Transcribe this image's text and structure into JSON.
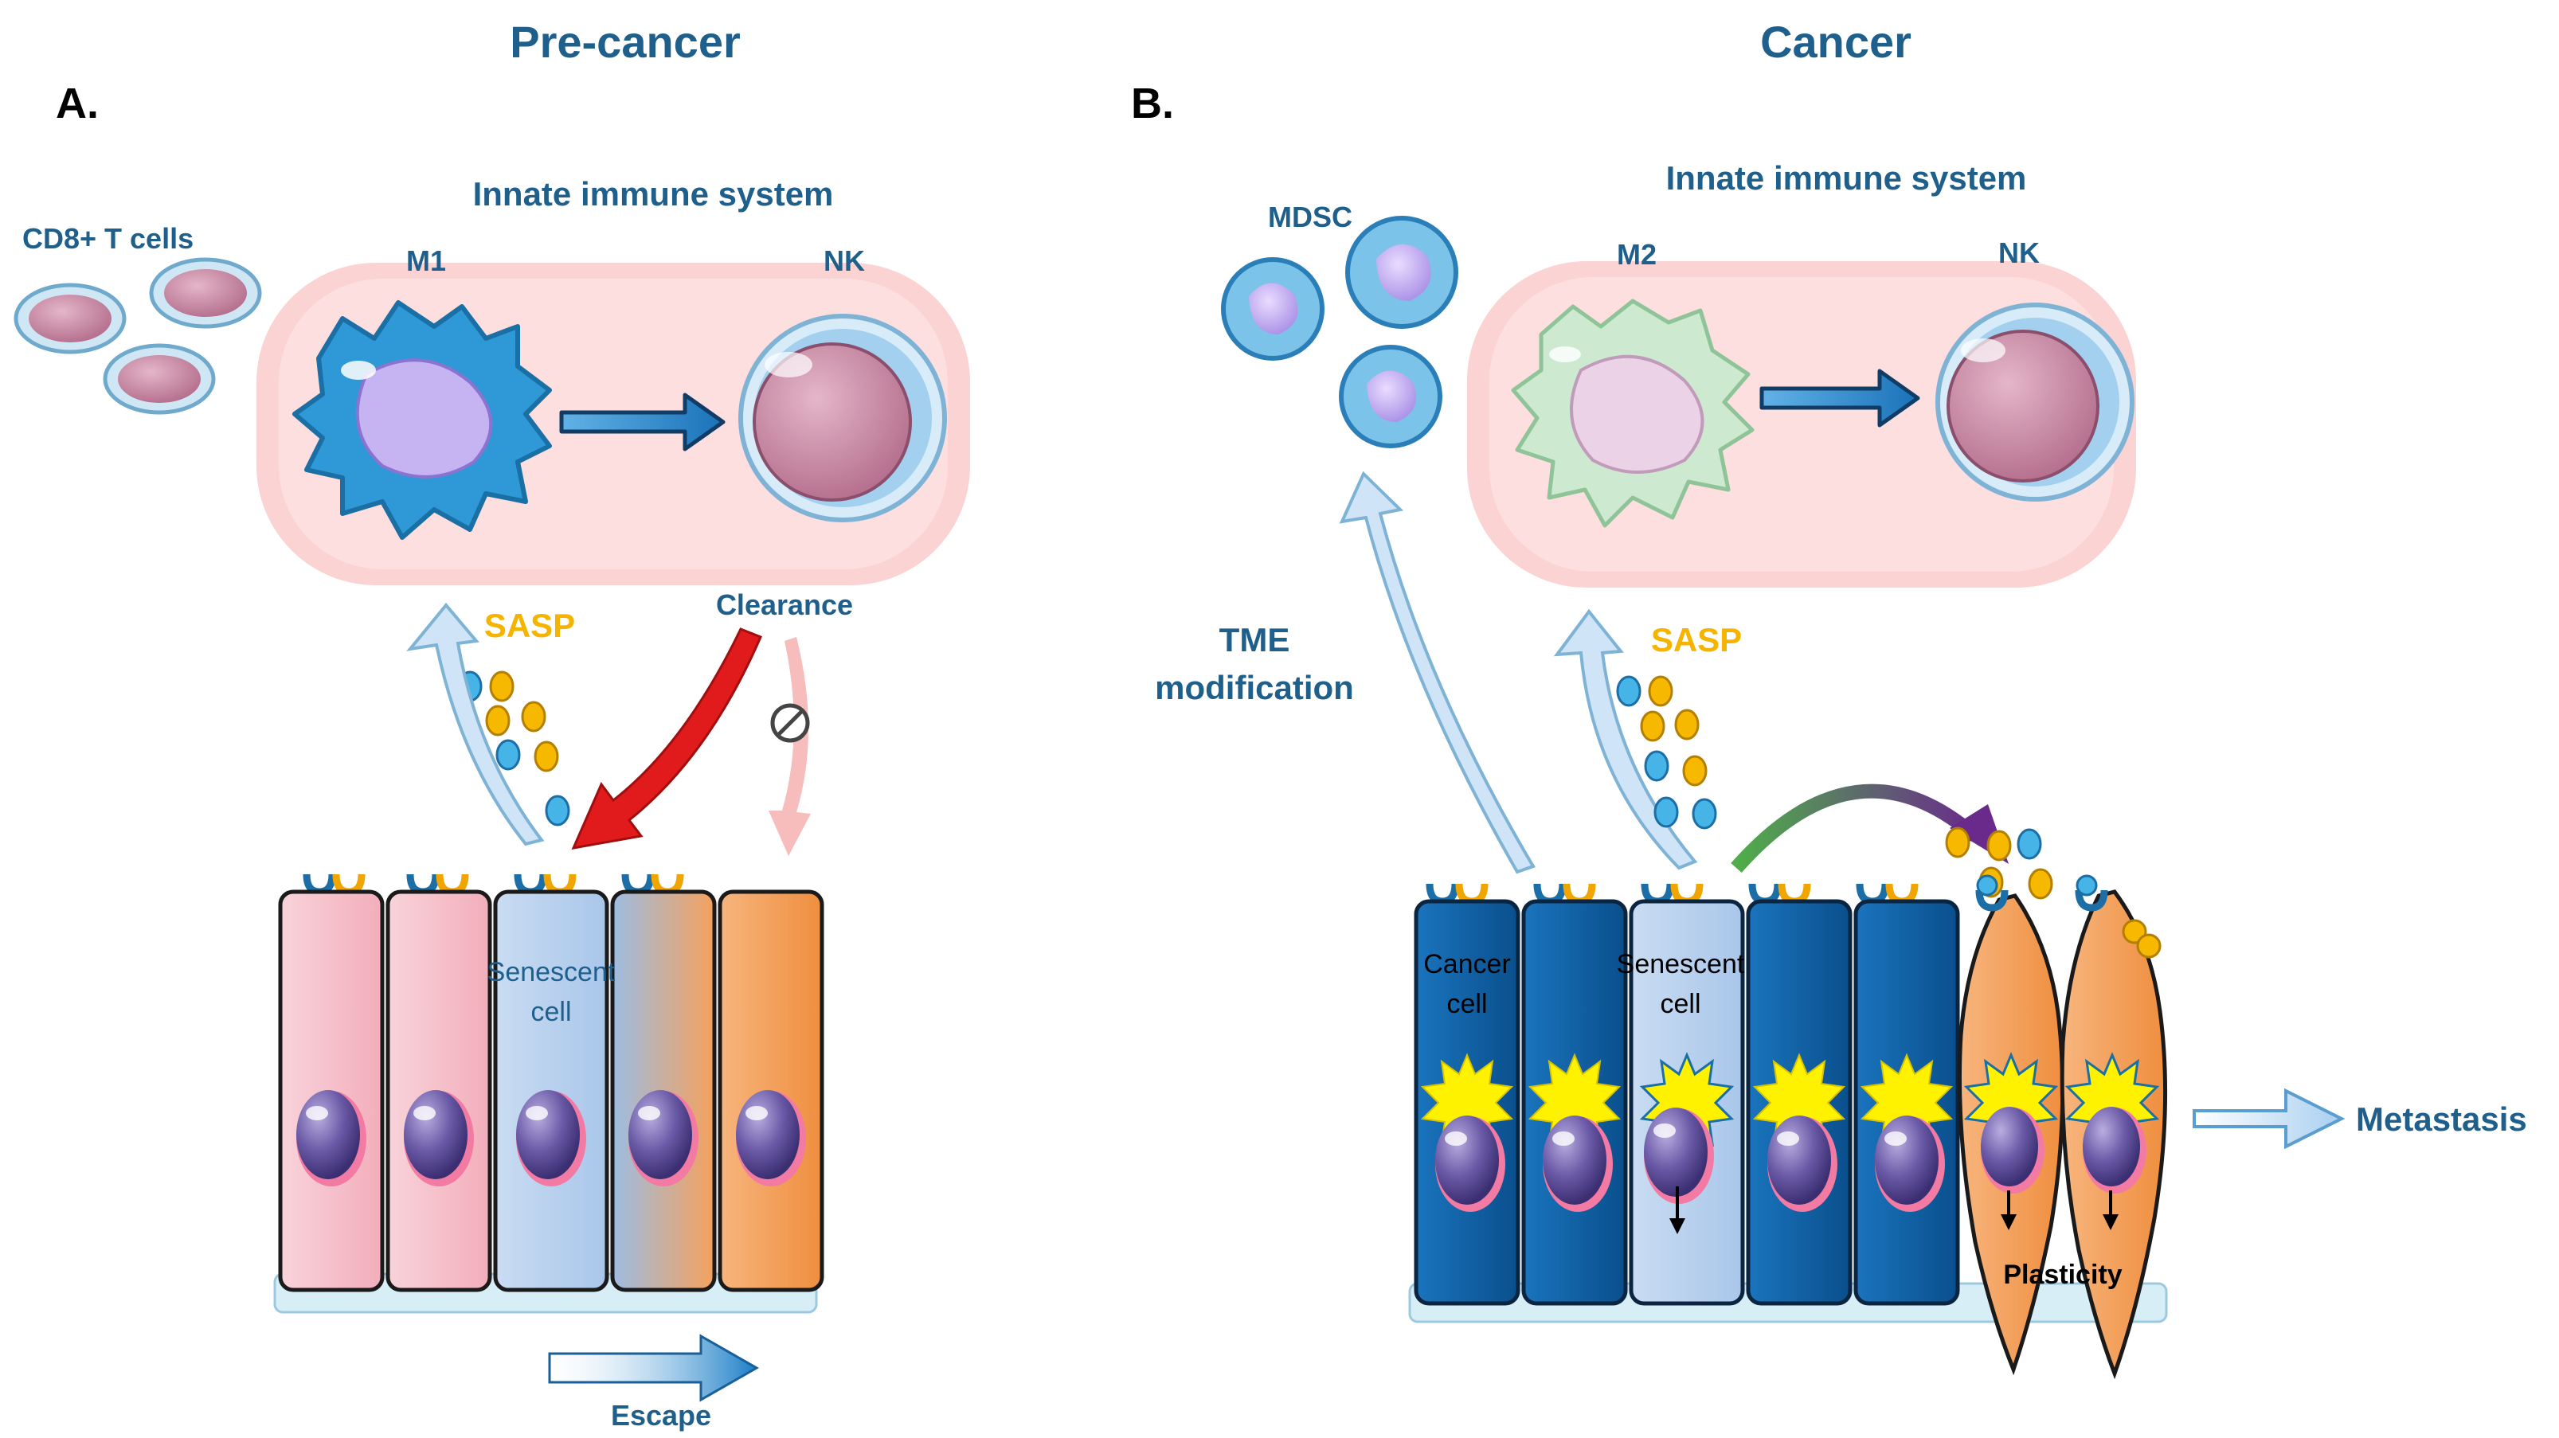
{
  "titles": {
    "left": "Pre-cancer",
    "right": "Cancer"
  },
  "panels": {
    "a": "A.",
    "b": "B."
  },
  "left": {
    "cd8": "CD8+ T cells",
    "innate": "Innate immune system",
    "m1": "M1",
    "nk": "NK",
    "sasp": "SASP",
    "clearance": "Clearance",
    "senescent_line1": "Senescent",
    "senescent_line2": "cell",
    "escape": "Escape"
  },
  "right": {
    "mdsc": "MDSC",
    "innate": "Innate immune system",
    "m2": "M2",
    "nk": "NK",
    "tme_line1": "TME",
    "tme_line2": "modification",
    "sasp": "SASP",
    "cancer_line1": "Cancer",
    "cancer_line2": "cell",
    "senescent_line1": "Senescent",
    "senescent_line2": "cell",
    "plasticity": "Plasticity",
    "metastasis": "Metastasis"
  },
  "colors": {
    "title_blue": "#1f5f8b",
    "sasp_yellow": "#f4b400",
    "clearance_red": "#e11b1b",
    "dark_cell_blue": "#0f5fa3",
    "pale_cell_blue": "#b8d2ee",
    "pink_cell": "#f7c6cf",
    "orange_cell": "#f5a15c",
    "immune_box_pink": "#fbd6d6",
    "purple_arrow": "#6a2a8c"
  },
  "icons": [
    "no-entry-icon",
    "starburst-icon"
  ]
}
